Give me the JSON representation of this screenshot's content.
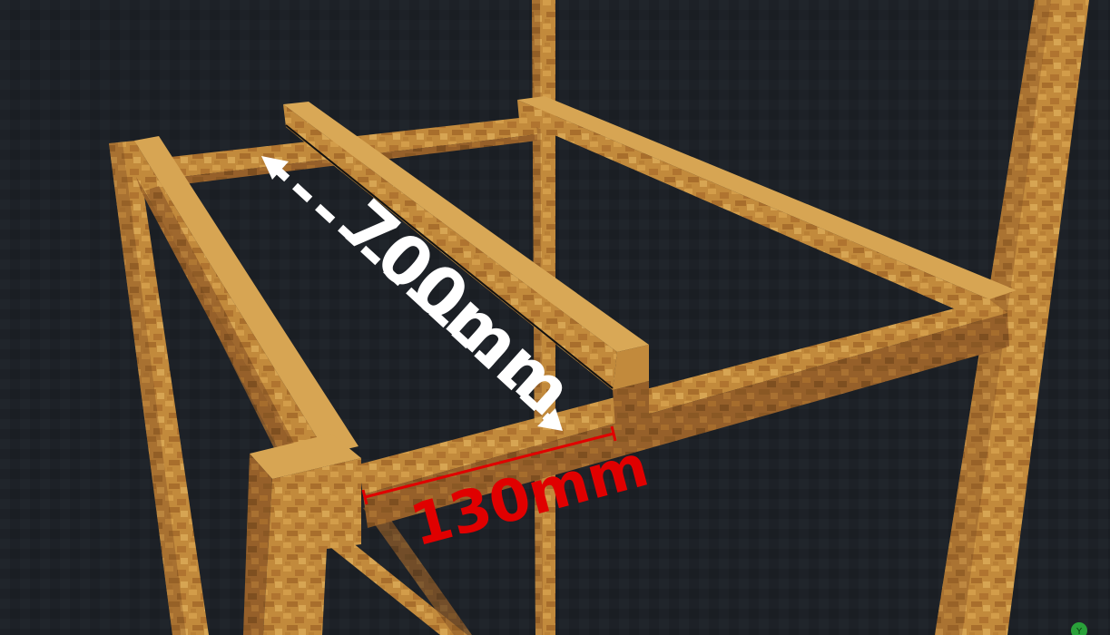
{
  "diagram": {
    "dimension_length": {
      "label": "700mm",
      "color": "#ffffff"
    },
    "dimension_spacing": {
      "label": "130mm",
      "color": "#e00000"
    },
    "axis_indicator": {
      "label": "Y",
      "color": "#2aa13a"
    }
  },
  "colors": {
    "background": "#1d2127",
    "grid_line": "#2a2f36",
    "wood_light": "#c8913f",
    "wood_mid": "#b67a30",
    "wood_dark": "#8c5a22",
    "wood_shadow": "#6a431a"
  }
}
